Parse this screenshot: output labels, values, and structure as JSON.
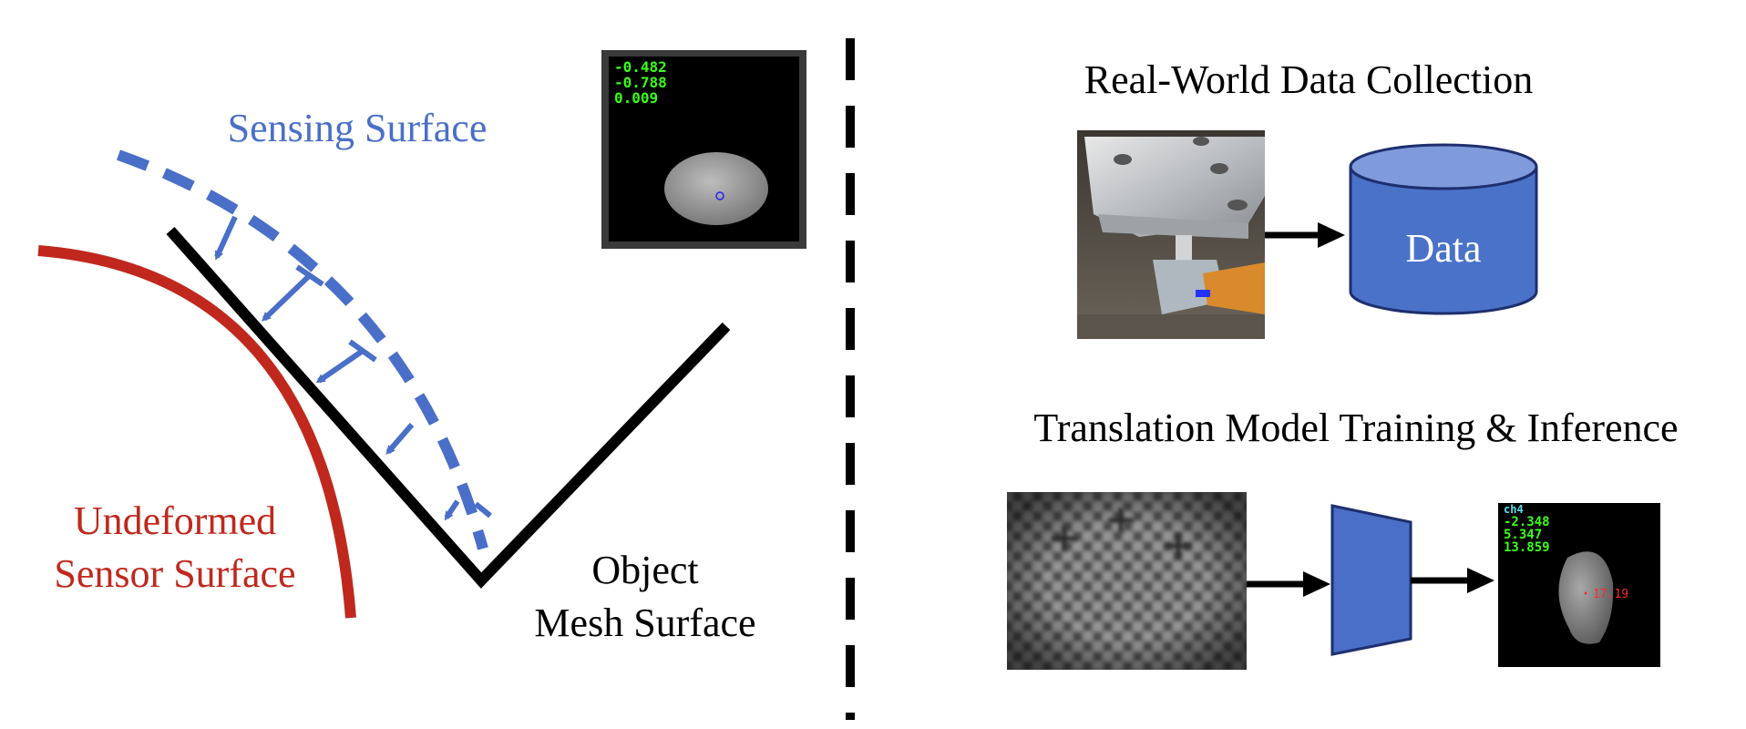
{
  "left_panel": {
    "sensing_surface_label": "Sensing Surface",
    "undeformed_label_line1": "Undeformed",
    "undeformed_label_line2": "Sensor Surface",
    "object_label_line1": "Object",
    "object_label_line2": "Mesh Surface",
    "inset_readout": [
      "-0.482",
      "-0.788",
      "0.009"
    ],
    "colors": {
      "sensing": "#4a6fc8",
      "undeformed": "#c0281d",
      "object": "#000000"
    }
  },
  "right_panel": {
    "data_collection_title": "Real-World Data Collection",
    "data_label": "Data",
    "training_title": "Translation Model Training & Inference",
    "output_channel": "ch4",
    "output_readout": [
      "-2.348",
      "5.347",
      "13.859"
    ],
    "output_value": "17.19",
    "colors": {
      "database_fill": "#4a72c9",
      "model_fill": "#4a6fc8",
      "readout_green": "#39ff14",
      "channel_cyan": "#5fe0f0",
      "value_red": "#ff2a2a"
    }
  }
}
